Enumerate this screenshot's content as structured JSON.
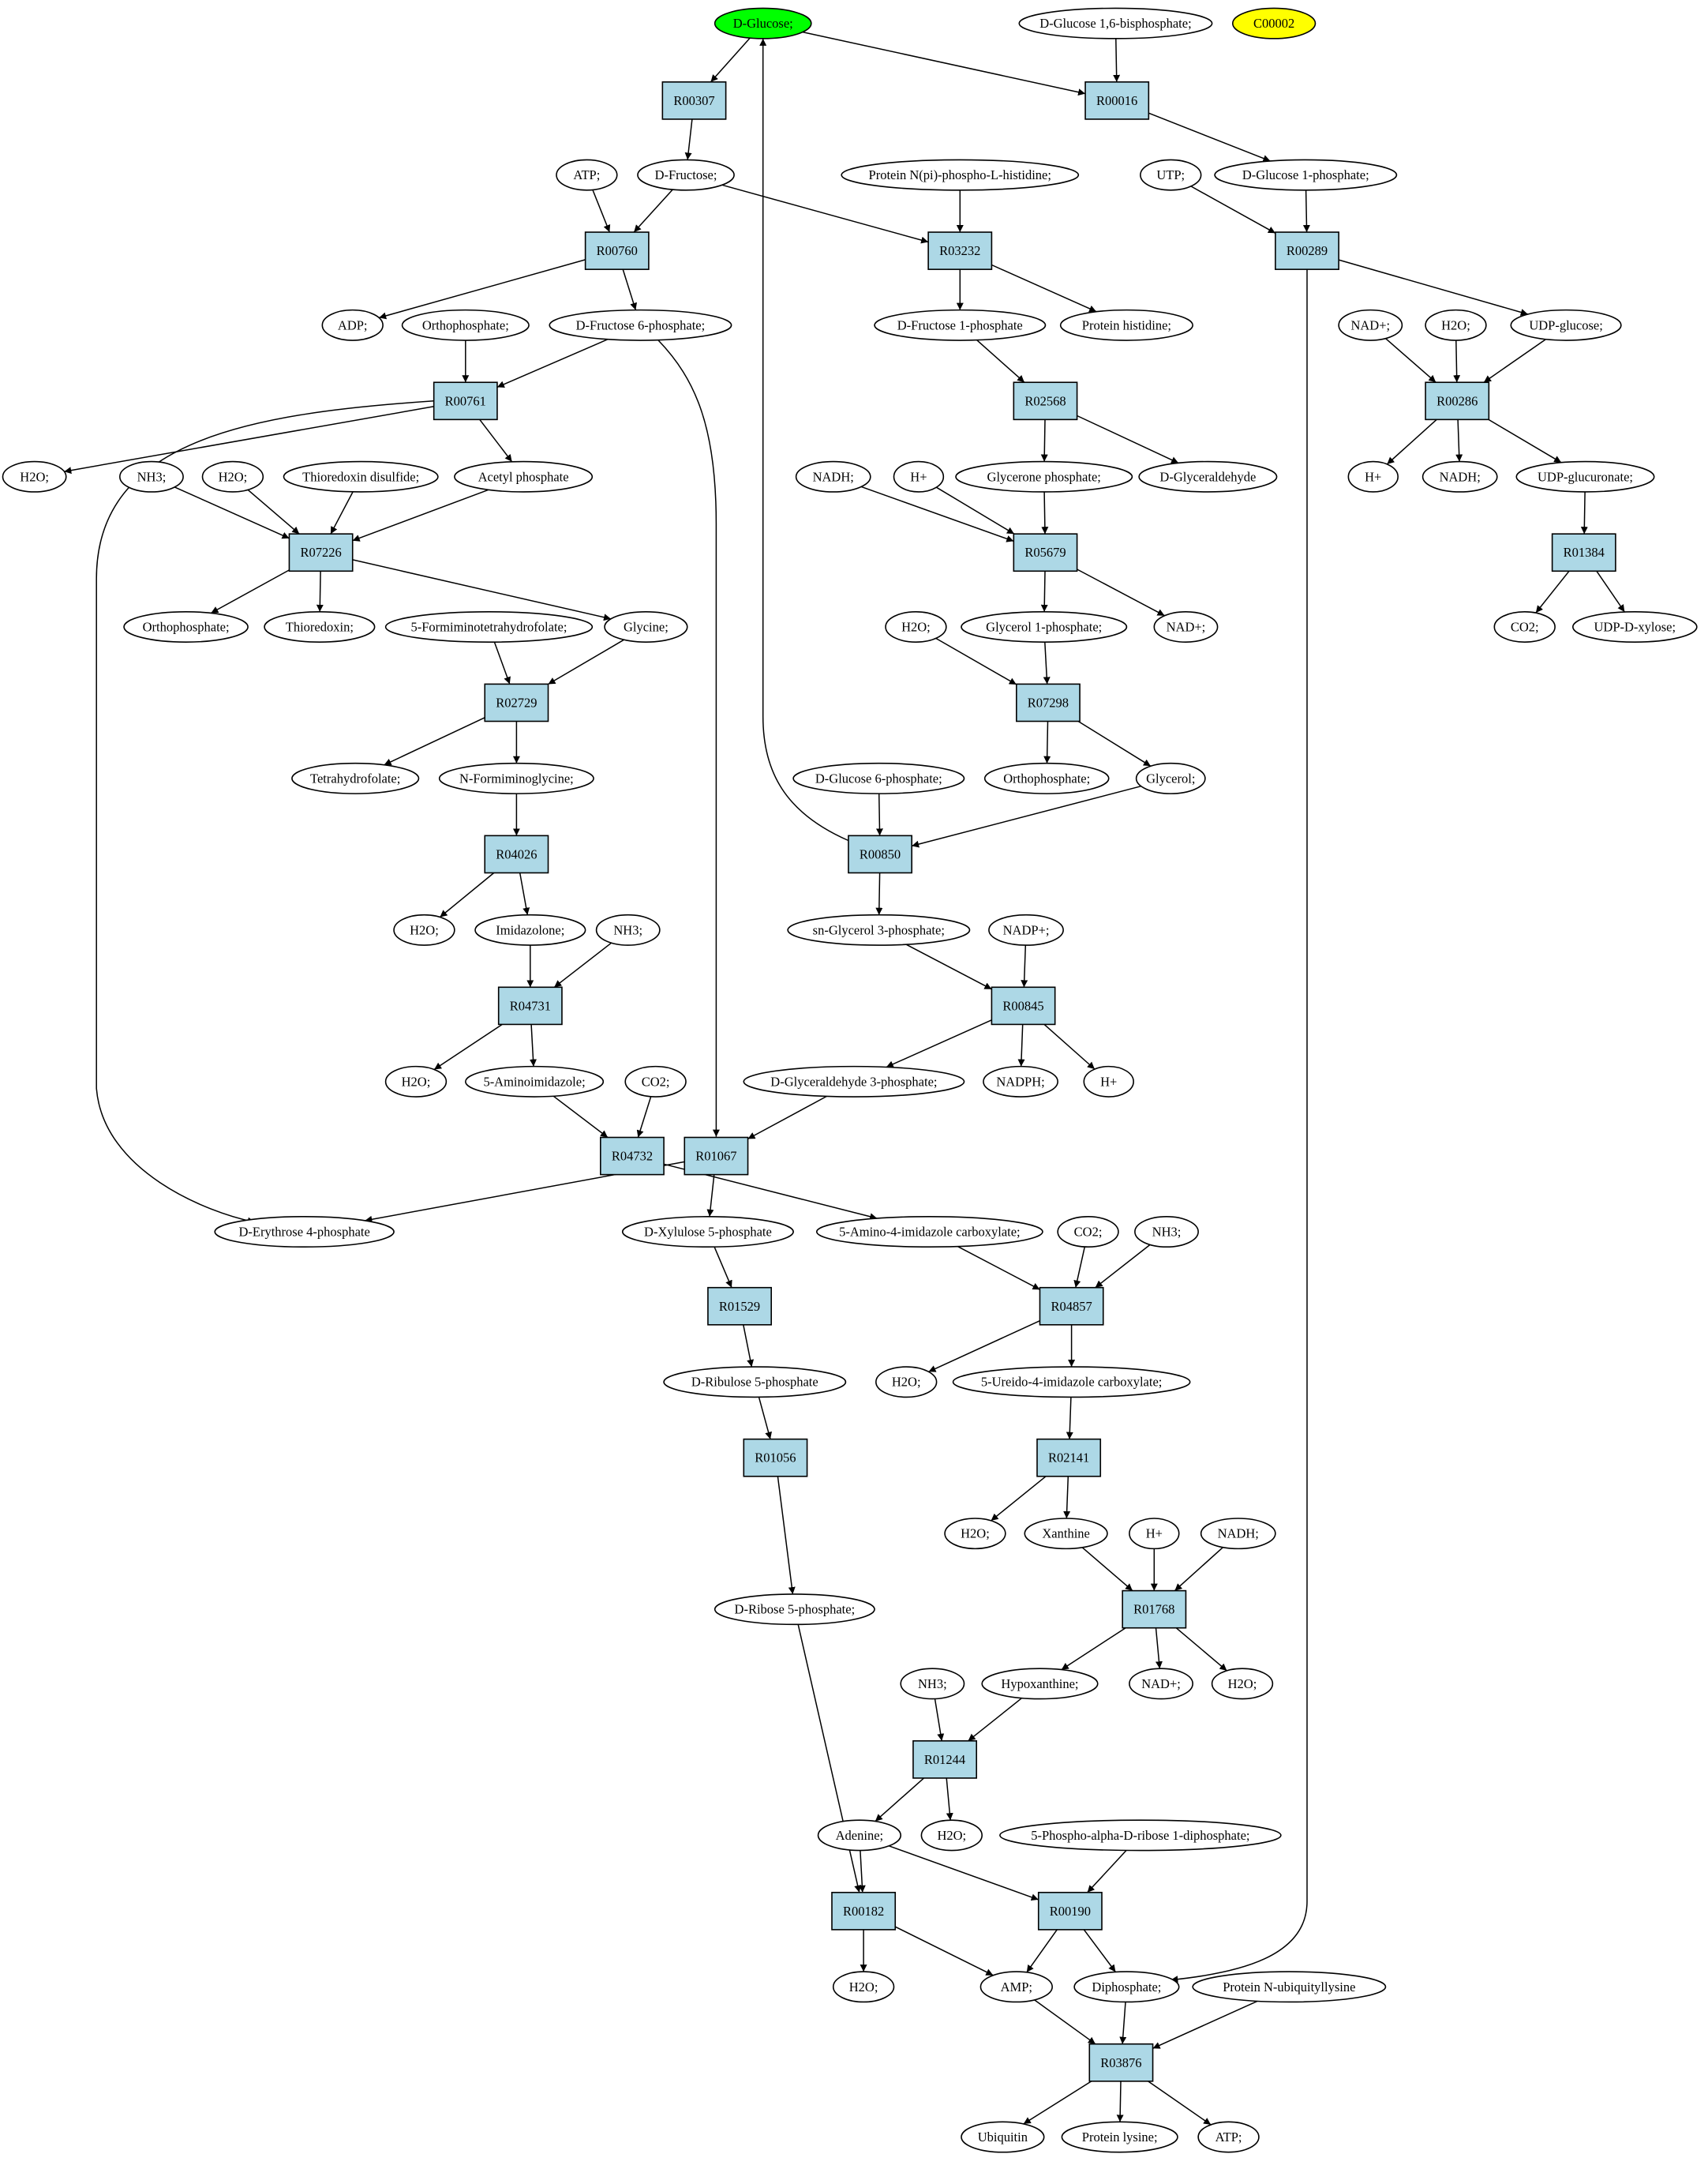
{
  "colors": {
    "reaction_fill": "#add8e6",
    "compound_fill": "#ffffff",
    "target_fill": "#00ff00",
    "highlight_fill": "#ffff00",
    "stroke": "#000000"
  },
  "compounds": [
    {
      "id": "c_glucose",
      "label": "D-Glucose;",
      "fill": "#00ff00"
    },
    {
      "id": "c_g16bp",
      "label": "D-Glucose 1,6-bisphosphate;"
    },
    {
      "id": "c_c00002",
      "label": "C00002",
      "fill": "#ffff00"
    },
    {
      "id": "c_atp1",
      "label": "ATP;"
    },
    {
      "id": "c_fructose",
      "label": "D-Fructose;"
    },
    {
      "id": "c_protnphis",
      "label": "Protein N(pi)-phospho-L-histidine;"
    },
    {
      "id": "c_utp",
      "label": "UTP;"
    },
    {
      "id": "c_g1p",
      "label": "D-Glucose 1-phosphate;"
    },
    {
      "id": "c_adp",
      "label": "ADP;"
    },
    {
      "id": "c_orthop1",
      "label": "Orthophosphate;"
    },
    {
      "id": "c_f6p",
      "label": "D-Fructose 6-phosphate;"
    },
    {
      "id": "c_f1p",
      "label": "D-Fructose 1-phosphate"
    },
    {
      "id": "c_prothis",
      "label": "Protein histidine;"
    },
    {
      "id": "c_nadp1",
      "label": "NAD+;"
    },
    {
      "id": "c_h2o_a",
      "label": "H2O;"
    },
    {
      "id": "c_udpglc",
      "label": "UDP-glucose;"
    },
    {
      "id": "c_h2o_left",
      "label": "H2O;"
    },
    {
      "id": "c_nh3_1",
      "label": "NH3;"
    },
    {
      "id": "c_h2o_b",
      "label": "H2O;"
    },
    {
      "id": "c_thiodis",
      "label": "Thioredoxin disulfide;"
    },
    {
      "id": "c_acetylp",
      "label": "Acetyl phosphate"
    },
    {
      "id": "c_nadh1",
      "label": "NADH;"
    },
    {
      "id": "c_hplus1",
      "label": "H+"
    },
    {
      "id": "c_dhap",
      "label": "Glycerone phosphate;"
    },
    {
      "id": "c_glyald",
      "label": "D-Glyceraldehyde"
    },
    {
      "id": "c_hplus2",
      "label": "H+"
    },
    {
      "id": "c_nadh2",
      "label": "NADH;"
    },
    {
      "id": "c_udpglcA",
      "label": "UDP-glucuronate;"
    },
    {
      "id": "c_orthop2",
      "label": "Orthophosphate;"
    },
    {
      "id": "c_thio",
      "label": "Thioredoxin;"
    },
    {
      "id": "c_5fthf",
      "label": "5-Formiminotetrahydrofolate;"
    },
    {
      "id": "c_glycine",
      "label": "Glycine;"
    },
    {
      "id": "c_h2o_c",
      "label": "H2O;"
    },
    {
      "id": "c_gly1p",
      "label": "Glycerol 1-phosphate;"
    },
    {
      "id": "c_nadp2",
      "label": "NAD+;"
    },
    {
      "id": "c_co2_1",
      "label": "CO2;"
    },
    {
      "id": "c_udpxyl",
      "label": "UDP-D-xylose;"
    },
    {
      "id": "c_thf",
      "label": "Tetrahydrofolate;"
    },
    {
      "id": "c_nfgly",
      "label": "N-Formiminoglycine;"
    },
    {
      "id": "c_g6p",
      "label": "D-Glucose 6-phosphate;"
    },
    {
      "id": "c_orthop3",
      "label": "Orthophosphate;"
    },
    {
      "id": "c_glycerol",
      "label": "Glycerol;"
    },
    {
      "id": "c_h2o_d",
      "label": "H2O;"
    },
    {
      "id": "c_imidazolone",
      "label": "Imidazolone;"
    },
    {
      "id": "c_nh3_2",
      "label": "NH3;"
    },
    {
      "id": "c_sngly3p",
      "label": "sn-Glycerol 3-phosphate;"
    },
    {
      "id": "c_nadpplus",
      "label": "NADP+;"
    },
    {
      "id": "c_h2o_e",
      "label": "H2O;"
    },
    {
      "id": "c_5aimid",
      "label": "5-Aminoimidazole;"
    },
    {
      "id": "c_co2_2",
      "label": "CO2;"
    },
    {
      "id": "c_gap",
      "label": "D-Glyceraldehyde 3-phosphate;"
    },
    {
      "id": "c_nadph",
      "label": "NADPH;"
    },
    {
      "id": "c_hplus3",
      "label": "H+"
    },
    {
      "id": "c_e4p",
      "label": "D-Erythrose 4-phosphate"
    },
    {
      "id": "c_x5p",
      "label": "D-Xylulose 5-phosphate"
    },
    {
      "id": "c_5a4ic",
      "label": "5-Amino-4-imidazole carboxylate;"
    },
    {
      "id": "c_co2_3",
      "label": "CO2;"
    },
    {
      "id": "c_nh3_3",
      "label": "NH3;"
    },
    {
      "id": "c_ru5p",
      "label": "D-Ribulose 5-phosphate"
    },
    {
      "id": "c_h2o_f",
      "label": "H2O;"
    },
    {
      "id": "c_5u4ic",
      "label": "5-Ureido-4-imidazole carboxylate;"
    },
    {
      "id": "c_h2o_g",
      "label": "H2O;"
    },
    {
      "id": "c_xanthine",
      "label": "Xanthine"
    },
    {
      "id": "c_hplus4",
      "label": "H+"
    },
    {
      "id": "c_nadh3",
      "label": "NADH;"
    },
    {
      "id": "c_r5p",
      "label": "D-Ribose 5-phosphate;"
    },
    {
      "id": "c_nh3_4",
      "label": "NH3;"
    },
    {
      "id": "c_hypox",
      "label": "Hypoxanthine;"
    },
    {
      "id": "c_nadp3",
      "label": "NAD+;"
    },
    {
      "id": "c_h2o_h",
      "label": "H2O;"
    },
    {
      "id": "c_adenine",
      "label": "Adenine;"
    },
    {
      "id": "c_h2o_i",
      "label": "H2O;"
    },
    {
      "id": "c_prpp",
      "label": "5-Phospho-alpha-D-ribose 1-diphosphate;"
    },
    {
      "id": "c_h2o_j",
      "label": "H2O;"
    },
    {
      "id": "c_amp",
      "label": "AMP;"
    },
    {
      "id": "c_diphos",
      "label": "Diphosphate;"
    },
    {
      "id": "c_protubi",
      "label": "Protein N-ubiquityllysine"
    },
    {
      "id": "c_ubiquitin",
      "label": "Ubiquitin"
    },
    {
      "id": "c_protlys",
      "label": "Protein lysine;"
    },
    {
      "id": "c_atp2",
      "label": "ATP;"
    }
  ],
  "reactions": [
    {
      "id": "R00307",
      "label": "R00307"
    },
    {
      "id": "R00016",
      "label": "R00016"
    },
    {
      "id": "R00760",
      "label": "R00760"
    },
    {
      "id": "R03232",
      "label": "R03232"
    },
    {
      "id": "R00289",
      "label": "R00289"
    },
    {
      "id": "R00761",
      "label": "R00761"
    },
    {
      "id": "R02568",
      "label": "R02568"
    },
    {
      "id": "R00286",
      "label": "R00286"
    },
    {
      "id": "R07226",
      "label": "R07226"
    },
    {
      "id": "R05679",
      "label": "R05679"
    },
    {
      "id": "R01384",
      "label": "R01384"
    },
    {
      "id": "R02729",
      "label": "R02729"
    },
    {
      "id": "R07298",
      "label": "R07298"
    },
    {
      "id": "R04026",
      "label": "R04026"
    },
    {
      "id": "R00850",
      "label": "R00850"
    },
    {
      "id": "R04731",
      "label": "R04731"
    },
    {
      "id": "R00845",
      "label": "R00845"
    },
    {
      "id": "R04732",
      "label": "R04732"
    },
    {
      "id": "R01067",
      "label": "R01067"
    },
    {
      "id": "R01529",
      "label": "R01529"
    },
    {
      "id": "R04857",
      "label": "R04857"
    },
    {
      "id": "R01056",
      "label": "R01056"
    },
    {
      "id": "R02141",
      "label": "R02141"
    },
    {
      "id": "R01768",
      "label": "R01768"
    },
    {
      "id": "R01244",
      "label": "R01244"
    },
    {
      "id": "R00182",
      "label": "R00182"
    },
    {
      "id": "R00190",
      "label": "R00190"
    },
    {
      "id": "R03876",
      "label": "R03876"
    }
  ],
  "edges": [
    [
      "c_glucose",
      "R00307"
    ],
    [
      "c_glucose",
      "R00016"
    ],
    [
      "R00307",
      "c_fructose"
    ],
    [
      "c_g16bp",
      "R00016"
    ],
    [
      "R00016",
      "c_g1p"
    ],
    [
      "c_atp1",
      "R00760"
    ],
    [
      "c_fructose",
      "R00760"
    ],
    [
      "c_fructose",
      "R03232"
    ],
    [
      "c_protnphis",
      "R03232"
    ],
    [
      "c_utp",
      "R00289"
    ],
    [
      "c_g1p",
      "R00289"
    ],
    [
      "R00760",
      "c_adp"
    ],
    [
      "R00760",
      "c_f6p"
    ],
    [
      "R03232",
      "c_f1p"
    ],
    [
      "R03232",
      "c_prothis"
    ],
    [
      "R00289",
      "c_udpglc"
    ],
    [
      "c_orthop1",
      "R00761"
    ],
    [
      "c_f6p",
      "R00761"
    ],
    [
      "c_f1p",
      "R02568"
    ],
    [
      "c_nadp1",
      "R00286"
    ],
    [
      "c_h2o_a",
      "R00286"
    ],
    [
      "c_udpglc",
      "R00286"
    ],
    [
      "R00761",
      "c_h2o_left"
    ],
    [
      "R00761",
      "c_acetylp"
    ],
    [
      "R02568",
      "c_dhap"
    ],
    [
      "R02568",
      "c_glyald"
    ],
    [
      "R00286",
      "c_hplus2"
    ],
    [
      "R00286",
      "c_nadh2"
    ],
    [
      "R00286",
      "c_udpglcA"
    ],
    [
      "c_nh3_1",
      "R07226"
    ],
    [
      "c_h2o_b",
      "R07226"
    ],
    [
      "c_thiodis",
      "R07226"
    ],
    [
      "c_acetylp",
      "R07226"
    ],
    [
      "c_nadh1",
      "R05679"
    ],
    [
      "c_hplus1",
      "R05679"
    ],
    [
      "c_dhap",
      "R05679"
    ],
    [
      "c_udpglcA",
      "R01384"
    ],
    [
      "R07226",
      "c_orthop2"
    ],
    [
      "R07226",
      "c_thio"
    ],
    [
      "R07226",
      "c_glycine"
    ],
    [
      "R05679",
      "c_gly1p"
    ],
    [
      "R05679",
      "c_nadp2"
    ],
    [
      "R01384",
      "c_co2_1"
    ],
    [
      "R01384",
      "c_udpxyl"
    ],
    [
      "c_5fthf",
      "R02729"
    ],
    [
      "c_glycine",
      "R02729"
    ],
    [
      "c_h2o_c",
      "R07298"
    ],
    [
      "c_gly1p",
      "R07298"
    ],
    [
      "R02729",
      "c_thf"
    ],
    [
      "R02729",
      "c_nfgly"
    ],
    [
      "R07298",
      "c_orthop3"
    ],
    [
      "R07298",
      "c_glycerol"
    ],
    [
      "c_nfgly",
      "R04026"
    ],
    [
      "c_g6p",
      "R00850"
    ],
    [
      "c_glycerol",
      "R00850"
    ],
    [
      "R04026",
      "c_h2o_d"
    ],
    [
      "R04026",
      "c_imidazolone"
    ],
    [
      "R00850",
      "c_glucose"
    ],
    [
      "R00850",
      "c_sngly3p"
    ],
    [
      "c_imidazolone",
      "R04731"
    ],
    [
      "c_nh3_2",
      "R04731"
    ],
    [
      "c_sngly3p",
      "R00845"
    ],
    [
      "c_nadpplus",
      "R00845"
    ],
    [
      "R04731",
      "c_h2o_e"
    ],
    [
      "R04731",
      "c_5aimid"
    ],
    [
      "R00845",
      "c_gap"
    ],
    [
      "R00845",
      "c_nadph"
    ],
    [
      "R00845",
      "c_hplus3"
    ],
    [
      "c_5aimid",
      "R04732"
    ],
    [
      "c_co2_2",
      "R04732"
    ],
    [
      "c_f6p",
      "R01067"
    ],
    [
      "c_gap",
      "R01067"
    ],
    [
      "R00761",
      "c_e4p"
    ],
    [
      "R01067",
      "c_e4p"
    ],
    [
      "R01067",
      "c_x5p"
    ],
    [
      "R04732",
      "c_5a4ic"
    ],
    [
      "c_x5p",
      "R01529"
    ],
    [
      "c_5a4ic",
      "R04857"
    ],
    [
      "c_co2_3",
      "R04857"
    ],
    [
      "c_nh3_3",
      "R04857"
    ],
    [
      "R01529",
      "c_ru5p"
    ],
    [
      "R04857",
      "c_h2o_f"
    ],
    [
      "R04857",
      "c_5u4ic"
    ],
    [
      "c_ru5p",
      "R01056"
    ],
    [
      "c_5u4ic",
      "R02141"
    ],
    [
      "R02141",
      "c_h2o_g"
    ],
    [
      "R02141",
      "c_xanthine"
    ],
    [
      "c_xanthine",
      "R01768"
    ],
    [
      "c_hplus4",
      "R01768"
    ],
    [
      "c_nadh3",
      "R01768"
    ],
    [
      "R01056",
      "c_r5p"
    ],
    [
      "R01768",
      "c_hypox"
    ],
    [
      "R01768",
      "c_nadp3"
    ],
    [
      "R01768",
      "c_h2o_h"
    ],
    [
      "c_nh3_4",
      "R01244"
    ],
    [
      "c_hypox",
      "R01244"
    ],
    [
      "R01244",
      "c_adenine"
    ],
    [
      "R01244",
      "c_h2o_i"
    ],
    [
      "c_r5p",
      "R00182"
    ],
    [
      "c_adenine",
      "R00182"
    ],
    [
      "c_adenine",
      "R00190"
    ],
    [
      "c_prpp",
      "R00190"
    ],
    [
      "R00182",
      "c_h2o_j"
    ],
    [
      "R00182",
      "c_amp"
    ],
    [
      "R00190",
      "c_amp"
    ],
    [
      "R00190",
      "c_diphos"
    ],
    [
      "R00289",
      "c_diphos"
    ],
    [
      "c_amp",
      "R03876"
    ],
    [
      "c_diphos",
      "R03876"
    ],
    [
      "c_protubi",
      "R03876"
    ],
    [
      "R03876",
      "c_ubiquitin"
    ],
    [
      "R03876",
      "c_protlys"
    ],
    [
      "R03876",
      "c_atp2"
    ]
  ]
}
